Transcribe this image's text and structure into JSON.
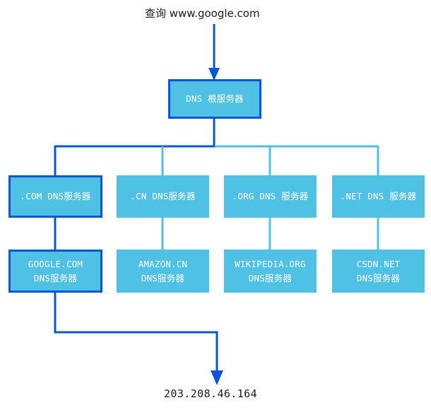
{
  "diagram": {
    "title_caption": "查询 www.google.com",
    "result_caption": "203.208.46.164",
    "colors": {
      "node_fill": "#4fc1e4",
      "active_stroke": "#0a56d6",
      "wire_active": "#0a56d6",
      "wire_idle": "#4fc1e4",
      "node_text": "#ffffff",
      "caption_text": "#1a1a1a",
      "background": "#ffffff"
    },
    "root": {
      "label": "DNS 根服务器",
      "active": true
    },
    "tld_level": [
      {
        "label": ".COM DNS服务器",
        "active": true
      },
      {
        "label": ".CN DNS服务器",
        "active": false
      },
      {
        "label": ".ORG DNS 服务器",
        "active": false
      },
      {
        "label": ".NET DNS 服务器",
        "active": false
      }
    ],
    "authoritative_level": [
      {
        "line1": "GOOGLE.COM",
        "line2": "DNS服务器",
        "active": true
      },
      {
        "line1": "AMAZON.CN",
        "line2": "DNS服务器",
        "active": false
      },
      {
        "line1": "WIKIPEDIA.ORG",
        "line2": "DNS服务器",
        "active": false
      },
      {
        "line1": "CSDN.NET",
        "line2": "DNS服务器",
        "active": false
      }
    ]
  }
}
